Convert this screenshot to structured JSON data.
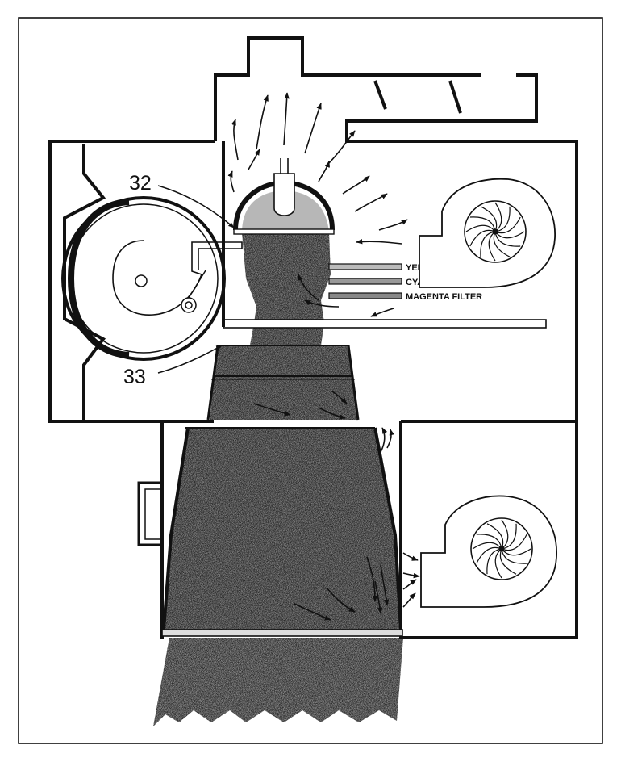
{
  "labels": {
    "callout_32": "32",
    "callout_33": "33",
    "yellow_filter": "YELLOW FILTER",
    "cyan_filter": "CYAN FILTER",
    "magenta_filter": "MAGENTA FILTER"
  },
  "colors": {
    "line": "#111111",
    "light_beam": "#b9b9b9",
    "background": "#ffffff"
  }
}
